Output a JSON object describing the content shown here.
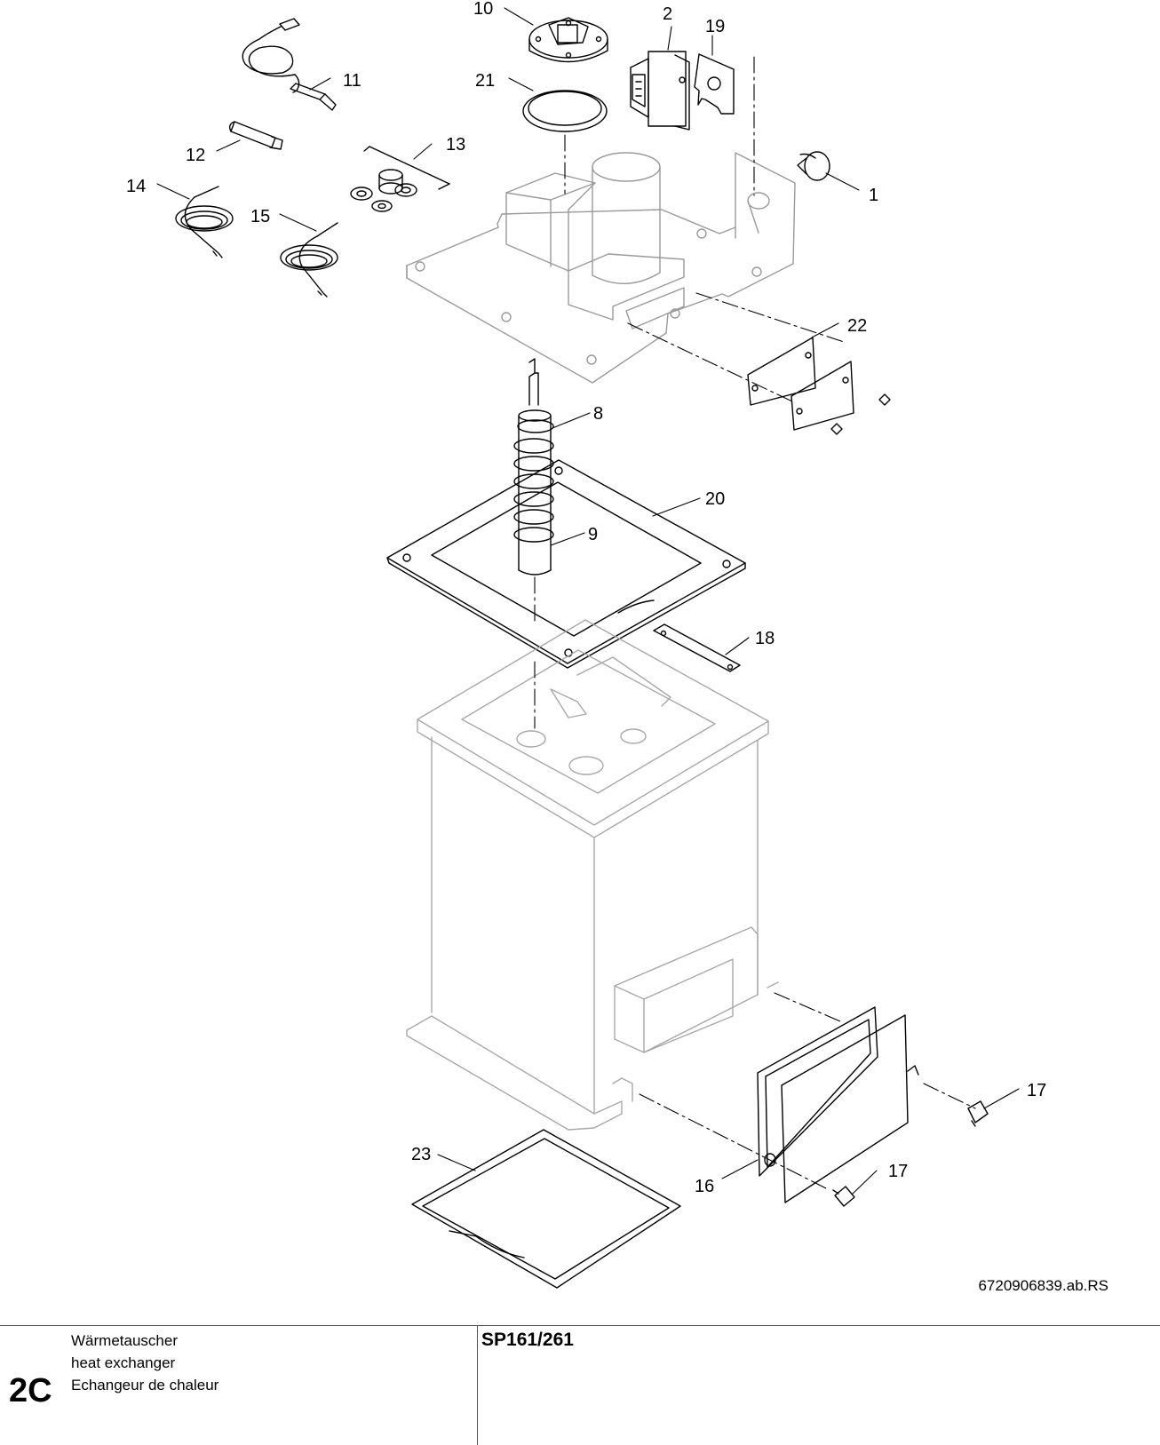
{
  "diagram": {
    "callouts": [
      "1",
      "2",
      "8",
      "9",
      "10",
      "11",
      "12",
      "13",
      "14",
      "15",
      "16",
      "17",
      "17",
      "18",
      "19",
      "20",
      "21",
      "22",
      "23"
    ],
    "drawing_id": "6720906839.ab.RS"
  },
  "footer": {
    "section_code": "2C",
    "title_de": "Wärmetauscher",
    "title_en": "heat exchanger",
    "title_fr": "Echangeur de chaleur",
    "model": "SP161/261"
  }
}
